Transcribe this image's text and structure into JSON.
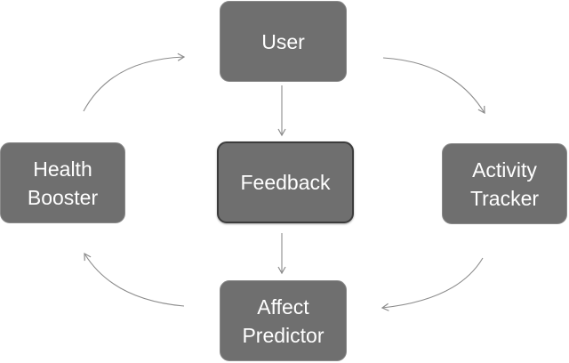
{
  "diagram": {
    "nodes": {
      "user": "User",
      "feedback": "Feedback",
      "health_booster": "Health\nBooster",
      "activity_tracker": "Activity\nTracker",
      "affect_predictor": "Affect\nPredictor"
    },
    "edges": [
      {
        "from": "User",
        "to": "Feedback"
      },
      {
        "from": "Feedback",
        "to": "Affect Predictor"
      },
      {
        "from": "User",
        "to": "Activity Tracker"
      },
      {
        "from": "Activity Tracker",
        "to": "Affect Predictor"
      },
      {
        "from": "Affect Predictor",
        "to": "Health Booster"
      },
      {
        "from": "Health Booster",
        "to": "User"
      }
    ],
    "colors": {
      "node_fill": "#6f6f6f",
      "node_text": "#ffffff",
      "center_border": "#3c3c3c",
      "connector": "#8c8c8c"
    }
  }
}
